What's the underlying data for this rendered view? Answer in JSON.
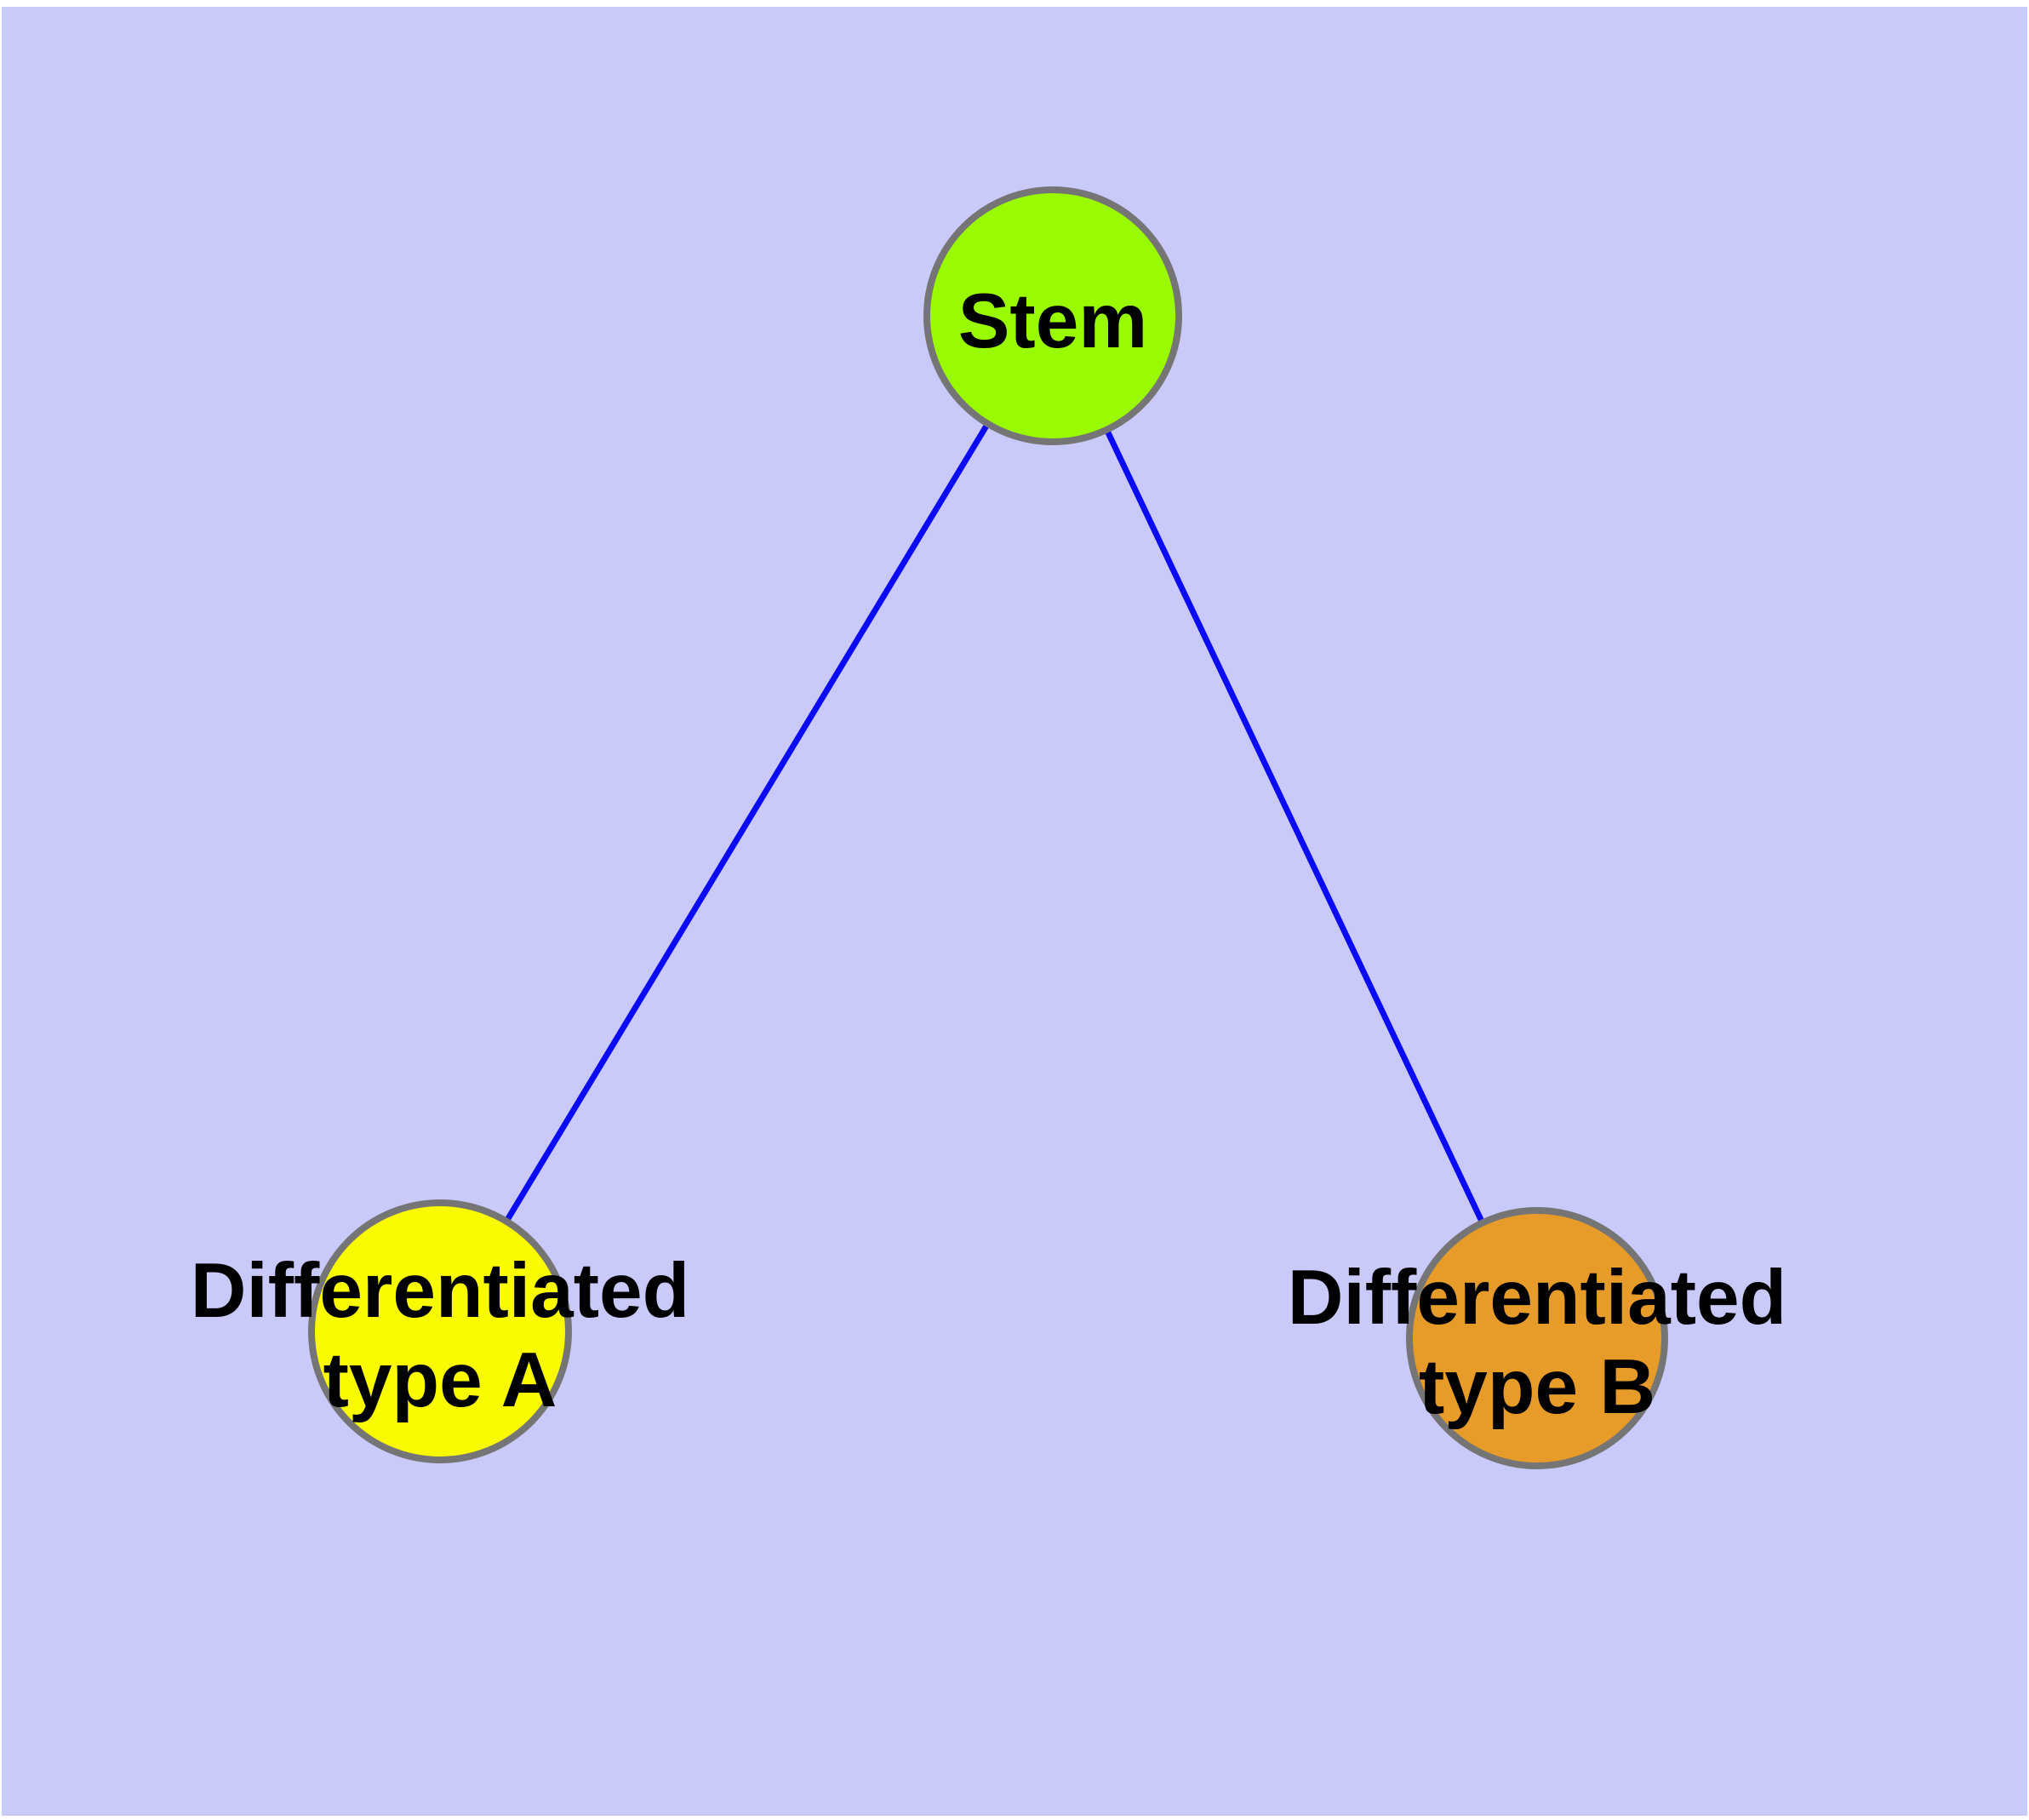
{
  "diagram": {
    "type": "node-link-graph",
    "title": "",
    "plot_background_color": "#C9C9FA",
    "margin_color": "#FFFFFF",
    "edge_color": "#0A0AF5",
    "node_border_color": "#757575",
    "label_color": "#000000",
    "nodes": [
      {
        "id": "stem",
        "label": "Stem",
        "fill": "#9AFB00"
      },
      {
        "id": "differentiated-type-a",
        "label_line1": "Differentiated",
        "label_line2": "type A",
        "fill": "#FBFB00"
      },
      {
        "id": "differentiated-type-b",
        "label_line1": "Differentiated",
        "label_line2": "type B",
        "fill": "#E79B28"
      }
    ],
    "edges": [
      {
        "from": "Stem",
        "to": "Differentiated type A"
      },
      {
        "from": "Stem",
        "to": "Differentiated type B"
      }
    ]
  }
}
